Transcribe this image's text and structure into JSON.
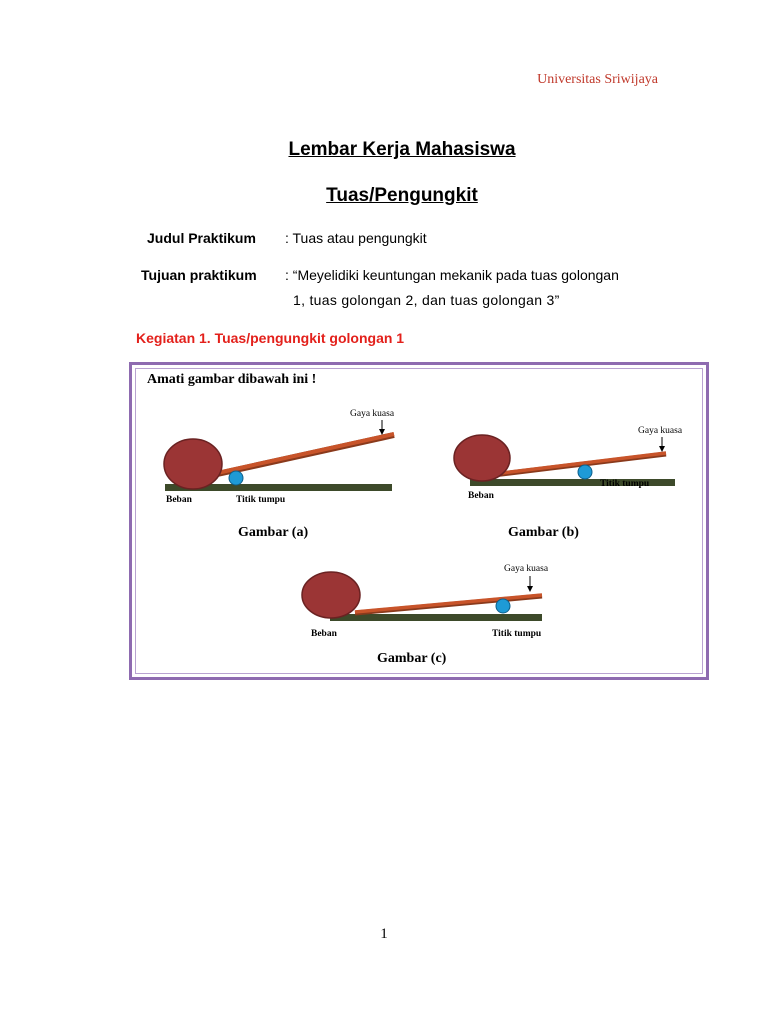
{
  "header": {
    "university": "Universitas Sriwijaya"
  },
  "title": "Lembar Kerja Mahasiswa",
  "subtitle": "Tuas/Pengungkit",
  "fields": [
    {
      "label": "Judul Praktikum",
      "value": ": Tuas atau pengungkit"
    },
    {
      "label": "Tujuan praktikum",
      "value": ": “Meyelidiki keuntungan mekanik pada tuas golongan",
      "value_line2": "1, tuas golongan 2, dan tuas golongan 3”"
    }
  ],
  "activity": {
    "heading": "Kegiatan 1.  Tuas/pengungkit golongan 1"
  },
  "figure_box": {
    "instruction": "Amati gambar dibawah ini !",
    "diagrams": [
      {
        "caption": "Gambar (a)",
        "effort_label": "Gaya kuasa",
        "load_label": "Beban",
        "fulcrum_label": "Titik tumpu"
      },
      {
        "caption": "Gambar (b)",
        "effort_label": "Gaya kuasa",
        "load_label": "Beban",
        "fulcrum_label": "Titik tumpu"
      },
      {
        "caption": "Gambar (c)",
        "effort_label": "Gaya kuasa",
        "load_label": "Beban",
        "fulcrum_label": "Titik tumpu"
      }
    ],
    "colors": {
      "border": "#8e6bb0",
      "load": "#9b3535",
      "lever": "#c8542a",
      "fulcrum": "#1e9ad6",
      "base": "#3d4a2a"
    }
  },
  "footer": {
    "page_number": "1"
  }
}
